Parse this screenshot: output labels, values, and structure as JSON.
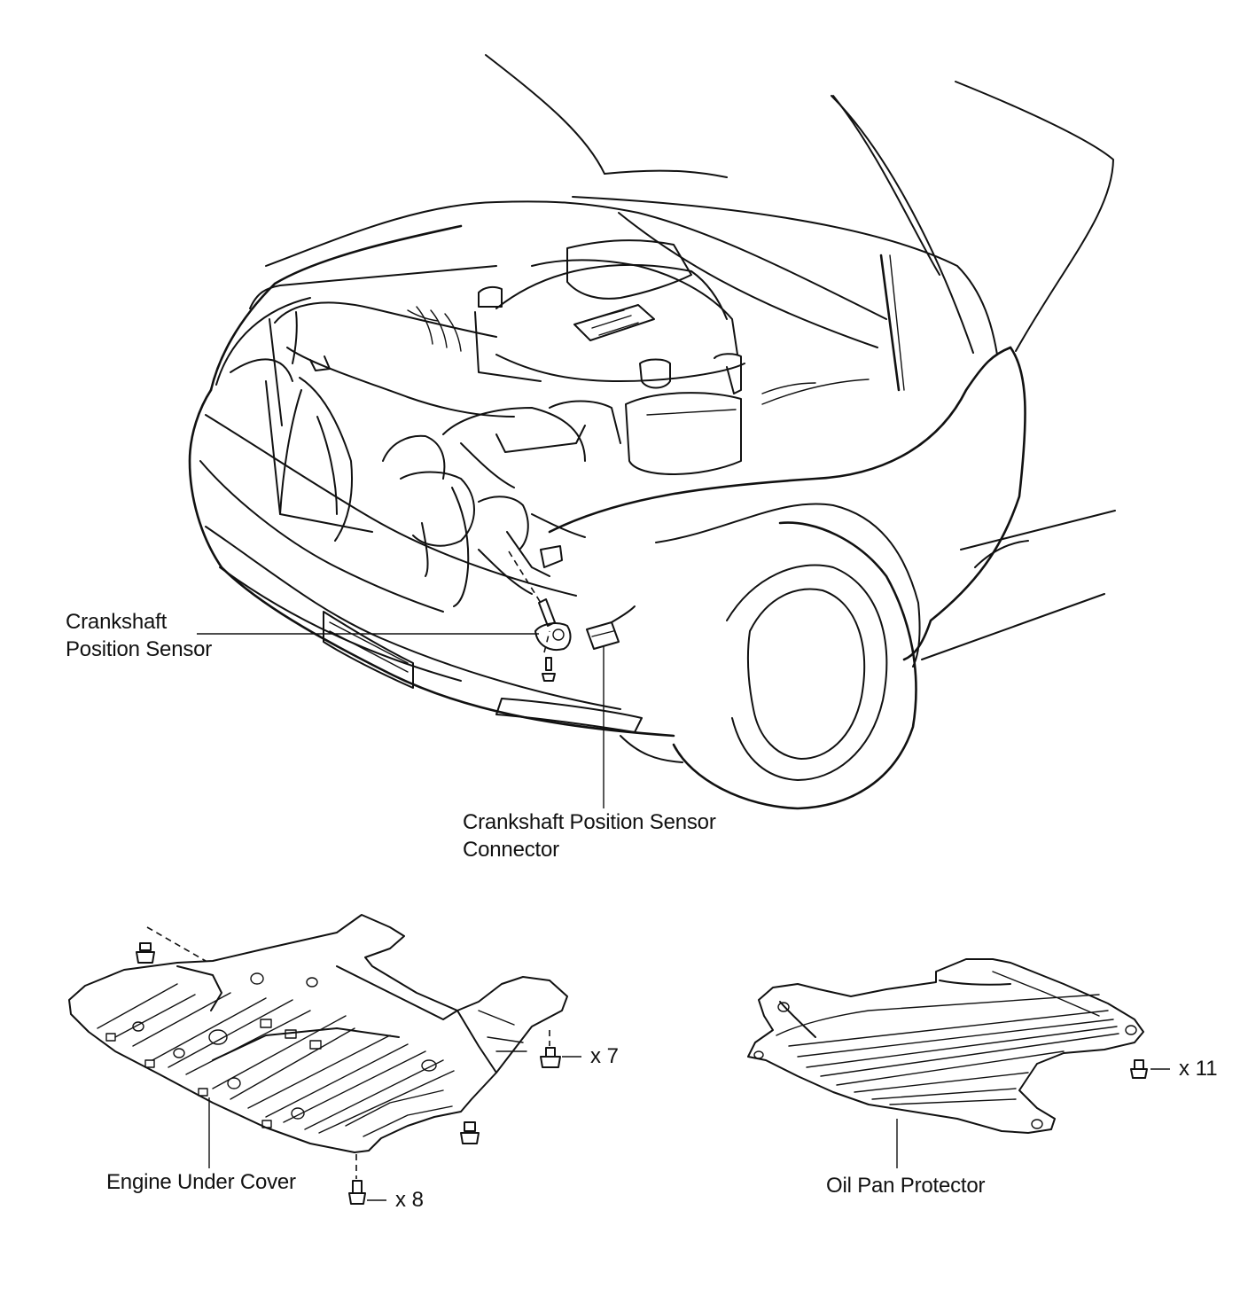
{
  "labels": {
    "crankshaft_position_sensor": {
      "line1": "Crankshaft",
      "line2": "Position Sensor"
    },
    "crankshaft_position_sensor_connector": {
      "line1": "Crankshaft Position Sensor",
      "line2": "Connector"
    },
    "engine_under_cover": "Engine Under Cover",
    "oil_pan_protector": "Oil Pan Protector"
  },
  "fastener_quantities": {
    "engine_under_cover_right": "x 7",
    "engine_under_cover_bottom": "x 8",
    "oil_pan_protector": "x 11"
  },
  "colors": {
    "ink": "#111111",
    "background": "#ffffff"
  }
}
